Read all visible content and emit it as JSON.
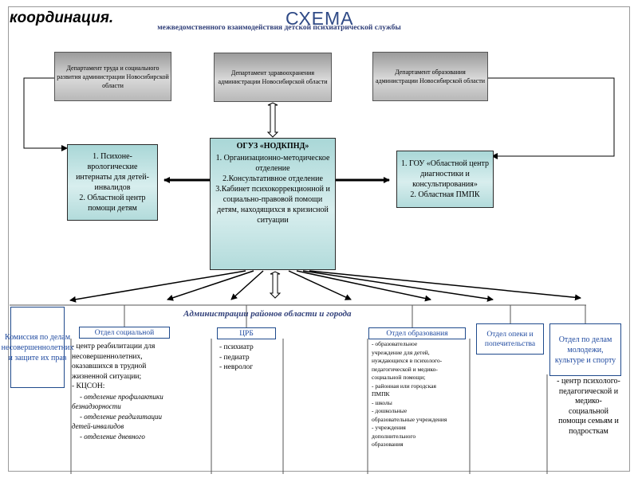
{
  "heading": "координация.",
  "title": "СХЕМА",
  "subtitle": "межведомственного взаимодействия детской психиатрической службы",
  "departments": {
    "labor": "Департамент труда и социального развития администрации Новосибирской области",
    "health": "Департамент здравоохранения администрации Новосибирской области",
    "education": "Департамент образования администрации Новосибирской области"
  },
  "center": {
    "title": "ОГУЗ «НОДКПНД»",
    "items": [
      "1. Организационно-методическое отделение",
      "2.Консультативное отделение",
      "3.Кабинет психокоррекционной и социально-правовой помощи детям, находящихся в кризисной ситуации"
    ]
  },
  "left_box": {
    "items": [
      "1. Психоне-врологические интернаты для детей-инвалидов",
      "2. Областной центр помощи детям"
    ]
  },
  "right_box": {
    "items": [
      "1. ГОУ «Областной центр диагностики и консультирования»",
      "2. Областная ПМПК"
    ]
  },
  "admin_label": "Администрации районов области и города",
  "commission": "Комиссия по делам несовершеннолетних и защите их прав",
  "social": {
    "label": "Отдел социальной",
    "items": [
      "- центр реабилитации для",
      "несовершеннолетних,",
      "оказавшихся в трудной",
      "жизненной ситуации;",
      "- КЦСОН:"
    ],
    "sub_items": [
      "- отделение профилактики",
      "безнадзорности",
      "- отделение реадилитации",
      "детей-инвалидов",
      "- отделение дневного"
    ]
  },
  "crb": {
    "label": "ЦРБ",
    "items": [
      "- психиатр",
      "- педиатр",
      "- невролог"
    ]
  },
  "education_dept": {
    "label": "Отдел образования",
    "items": [
      "- образовательное",
      "учреждение для детей,",
      "нуждающихся в психолого-",
      "педагогической и медико-",
      "социальной помощи;",
      "- районная или городская",
      "ПМПК",
      "- школы",
      "- дошкольные",
      "образовательные учреждения",
      "- учреждения",
      "дополнительного",
      "образования"
    ]
  },
  "guardianship": "Отдел опеки и попечительства",
  "youth": {
    "label": "Отдел по делам молодежи, культуре и спорту",
    "items": [
      "- центр психолого-",
      "педагогической и",
      "медико-",
      "социальной",
      "помощи семьям и",
      "подросткам"
    ]
  },
  "colors": {
    "title": "#2f4a86",
    "blue_border": "#1f4a8c",
    "teal": "#bfe3e3",
    "gray": "#c4c4c4"
  }
}
